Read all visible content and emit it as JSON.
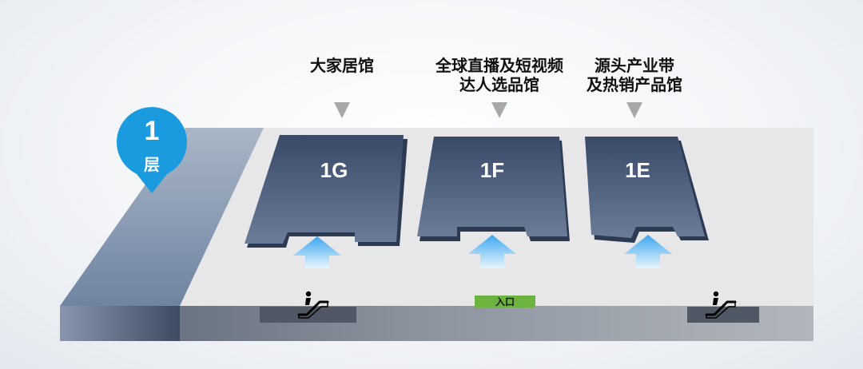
{
  "floor": {
    "number": "1",
    "unit": "层"
  },
  "halls": [
    {
      "id": "1G",
      "title_lines": [
        "大家居馆"
      ]
    },
    {
      "id": "1F",
      "title_lines": [
        "全球直播及短视频",
        "达人选品馆"
      ]
    },
    {
      "id": "1E",
      "title_lines": [
        "源头产业带",
        "及热销产品馆"
      ]
    }
  ],
  "entrance": {
    "label": "入口"
  },
  "icons": [
    "escalator-icon",
    "up-arrow-icon",
    "down-triangle-icon",
    "location-pin-icon"
  ],
  "colors": {
    "accent_blue": "#1a9be0",
    "hall_fill": "#4a5d7e",
    "arrow_blue": "#3fa9ef",
    "entrance_green": "#6db33f",
    "platform_top": "#e7e7e9"
  }
}
